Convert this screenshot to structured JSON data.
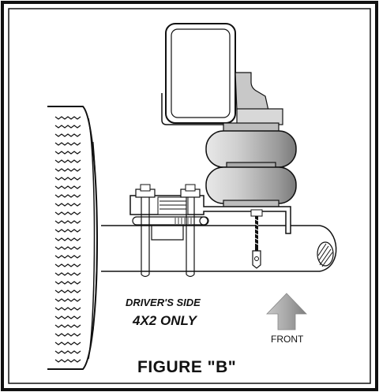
{
  "labels": {
    "side": "DRIVER'S SIDE",
    "model": "4X2 ONLY",
    "direction": "FRONT",
    "figure": "FIGURE \"B\""
  },
  "colors": {
    "ink": "#111111",
    "bellows": "#c8c8c8",
    "arrow": "#9a9a9a"
  },
  "icons": {
    "direction_arrow": "up-arrow-icon"
  }
}
